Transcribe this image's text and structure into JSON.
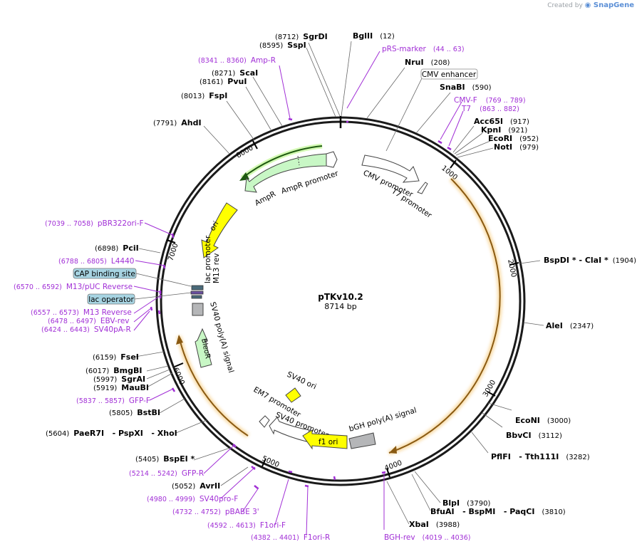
{
  "credit": {
    "prefix": "Created by",
    "brand": "SnapGene"
  },
  "plasmid": {
    "name": "pTKv10.2",
    "length_label": "8714 bp",
    "length": 8714
  },
  "ticks": [
    "1000",
    "2000",
    "3000",
    "4000",
    "5000",
    "6000",
    "7000",
    "8000"
  ],
  "sites": [
    {
      "name": "SgrDI",
      "pos": "(8712)"
    },
    {
      "name": "BglII",
      "pos": "(12)"
    },
    {
      "name": "SspI",
      "pos": "(8595)"
    },
    {
      "name": "NruI",
      "pos": "(208)"
    },
    {
      "name": "ScaI",
      "pos": "(8271)"
    },
    {
      "name": "PvuI",
      "pos": "(8161)"
    },
    {
      "name": "SnaBI",
      "pos": "(590)"
    },
    {
      "name": "FspI",
      "pos": "(8013)"
    },
    {
      "name": "AhdI",
      "pos": "(7791)"
    },
    {
      "name": "Acc65I",
      "pos": "(917)"
    },
    {
      "name": "KpnI",
      "pos": "(921)"
    },
    {
      "name": "EcoRI",
      "pos": "(952)"
    },
    {
      "name": "NotI",
      "pos": "(979)"
    },
    {
      "name": "BspDI * - ClaI *",
      "pos": "(1904)"
    },
    {
      "name": "PciI",
      "pos": "(6898)"
    },
    {
      "name": "AleI",
      "pos": "(2347)"
    },
    {
      "name": "FseI",
      "pos": "(6159)"
    },
    {
      "name": "BmgBI",
      "pos": "(6017)"
    },
    {
      "name": "SgrAI",
      "pos": "(5997)"
    },
    {
      "name": "MauBI",
      "pos": "(5919)"
    },
    {
      "name": "BstBI",
      "pos": "(5805)"
    },
    {
      "name": "EcoNI",
      "pos": "(3000)"
    },
    {
      "name": "PaeR7I   - PspXI   - XhoI",
      "pos": "(5604)"
    },
    {
      "name": "BbvCI",
      "pos": "(3112)"
    },
    {
      "name": "PflFI   - Tth111I",
      "pos": "(3282)"
    },
    {
      "name": "BspEI *",
      "pos": "(5405)"
    },
    {
      "name": "AvrII",
      "pos": "(5052)"
    },
    {
      "name": "BlpI",
      "pos": "(3790)"
    },
    {
      "name": "BfuAI   - BspMI   - PaqCI",
      "pos": "(3810)"
    },
    {
      "name": "XbaI",
      "pos": "(3988)"
    }
  ],
  "primers": [
    {
      "name": "pRS-marker",
      "pos": "(44 .. 63)"
    },
    {
      "name": "Amp-R",
      "pos": "(8341 .. 8360)"
    },
    {
      "name": "CMV-F",
      "pos": "(769 .. 789)"
    },
    {
      "name": "T7",
      "pos": "(863 .. 882)"
    },
    {
      "name": "pBR322ori-F",
      "pos": "(7039 .. 7058)"
    },
    {
      "name": "L4440",
      "pos": "(6788 .. 6805)"
    },
    {
      "name": "M13/pUC Reverse",
      "pos": "(6570 .. 6592)"
    },
    {
      "name": "M13 Reverse",
      "pos": "(6557 .. 6573)"
    },
    {
      "name": "EBV-rev",
      "pos": "(6478 .. 6497)"
    },
    {
      "name": "SV40pA-R",
      "pos": "(6424 .. 6443)"
    },
    {
      "name": "GFP-F",
      "pos": "(5837 .. 5857)"
    },
    {
      "name": "GFP-R",
      "pos": "(5214 .. 5242)"
    },
    {
      "name": "SV40pro-F",
      "pos": "(4980 .. 4999)"
    },
    {
      "name": "pBABE 3'",
      "pos": "(4732 .. 4752)"
    },
    {
      "name": "F1ori-F",
      "pos": "(4592 .. 4613)"
    },
    {
      "name": "F1ori-R",
      "pos": "(4382 .. 4401)"
    },
    {
      "name": "BGH-rev",
      "pos": "(4019 .. 4036)"
    }
  ],
  "boxed_features": [
    "CMV enhancer",
    "CAP binding site",
    "lac operator"
  ],
  "features": {
    "ampr": "AmpR",
    "ampr_promoter": "AmpR promoter",
    "cmv_promoter": "CMV promoter",
    "t7_promoter": "T7 promoter",
    "ori": "ori",
    "lac_promoter": "lac promoter",
    "m13_rev": "M13 rev",
    "sv40_polya": "SV40 poly(A) signal",
    "bleor": "BleoR",
    "sv40_ori": "SV40 ori",
    "em7_promoter": "EM7 promoter",
    "sv40_promoter": "SV40 promoter",
    "f1_ori": "f1 ori",
    "bgh_polya": "bGH poly(A) signal"
  },
  "colors": {
    "backbone": "#1a1a1a",
    "primer": "#a12fd6",
    "orf_orange": "#e8a033",
    "ampr_green": "#c8f7c5",
    "ori_yellow": "#ffff00",
    "grey_feature": "#b5b6b8",
    "misc_blue": "#a7d4e2"
  }
}
